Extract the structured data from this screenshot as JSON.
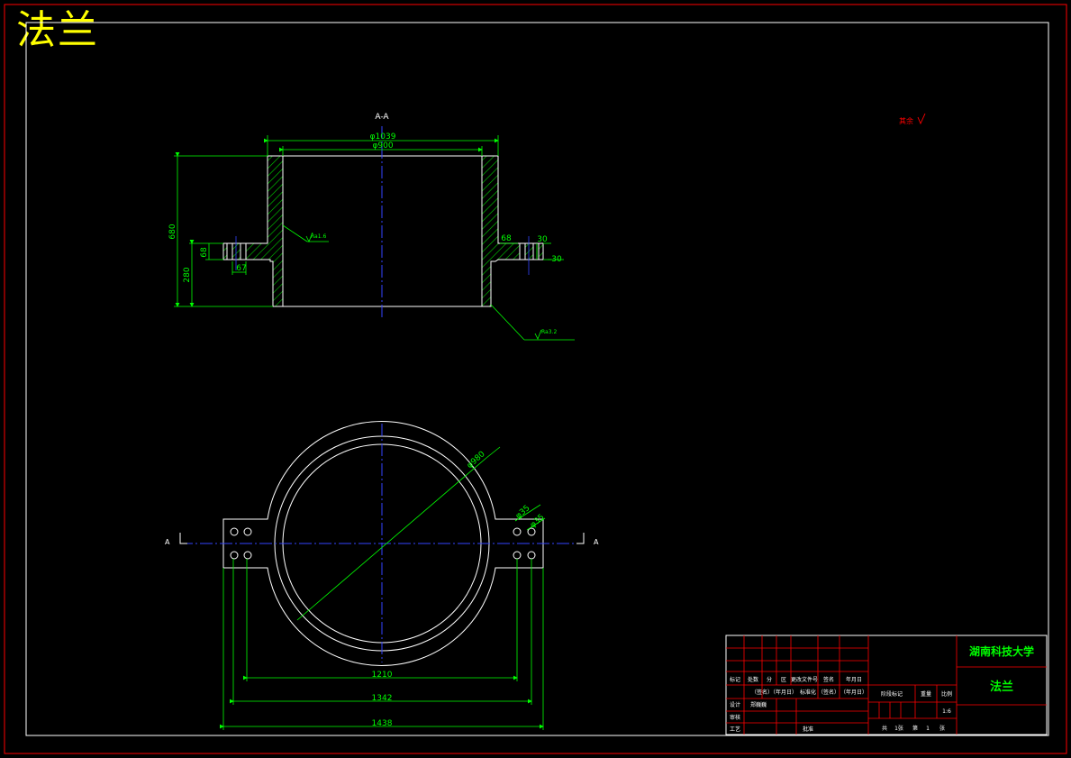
{
  "drawing_title": "法兰",
  "section_label": "A-A",
  "dimensions": {
    "outer_diameter": "φ1039",
    "inner_diameter": "φ900",
    "total_height": "680",
    "lower_height": "280",
    "flange_thickness_left": "68",
    "hole_spacing": "67",
    "flange_thickness_right": "68",
    "right_dim_top": "30",
    "right_dim_bottom": "30",
    "bore_diameter_plan": "φ980",
    "hole_diameter": "φ35",
    "hole_pitch_diameter": "φ35",
    "width_inner": "1210",
    "width_middle": "1342",
    "width_outer": "1438"
  },
  "roughness": {
    "inner": "Ra1.6",
    "outer": "Ra3.2",
    "other": "其余"
  },
  "section_markers": {
    "left": "A",
    "right": "A"
  },
  "title_block": {
    "school": "湖南科技大学",
    "part_name": "法兰",
    "header_row": [
      "标记",
      "处数",
      "分",
      "区",
      "更改文件号",
      "签名",
      "年月日"
    ],
    "sign_row": [
      "（签名）",
      "（年月日）",
      "标准化",
      "（签名）",
      "（年月日）"
    ],
    "design_label": "设计",
    "designer": "郑巍巍",
    "review_label": "审核",
    "craft_label": "工艺",
    "approve_label": "批准",
    "stage_label": "阶段标记",
    "weight_label": "重量",
    "scale_label": "比例",
    "scale_value": "1:6",
    "sheet_info": [
      "共",
      "1张",
      "第",
      "1",
      "张"
    ]
  }
}
